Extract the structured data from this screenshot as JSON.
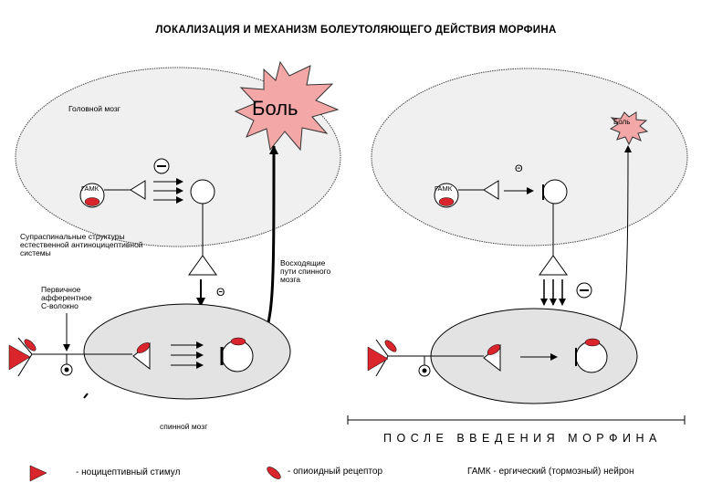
{
  "title": "ЛОКАЛИЗАЦИЯ  И  МЕХАНИЗМ  БОЛЕУТОЛЯЮЩЕГО ДЕЙСТВИЯ  МОРФИНА",
  "labels": {
    "brain": "Головной  мозг",
    "pain_big": "Боль",
    "pain_small": "Боль",
    "gaba_left": "ГАМК",
    "gaba_right": "ГАМК",
    "supraspinal": "Супраспинальные структуры\nестественной антиноцицептивной\nсистемы",
    "ascending": "Восходящие\nпути  спинного\nмозга",
    "afferent": "Первичное\nафферентное\nС-волокно",
    "spinal_cord": "спинной мозг",
    "after_morphine": "ПОСЛЕ   ВВЕДЕНИЯ   МОРФИНА"
  },
  "legend": {
    "stimulus": "- ноцицептивный  стимул",
    "receptor": "- опиоидный рецептор",
    "gaba_neuron": "ГАМК - ергический (тормозный) нейрон"
  },
  "colors": {
    "pain_fill": "#f4a7a7",
    "receptor_red": "#d9252b",
    "region_gray": "#e3e3e3",
    "line": "#000000"
  }
}
